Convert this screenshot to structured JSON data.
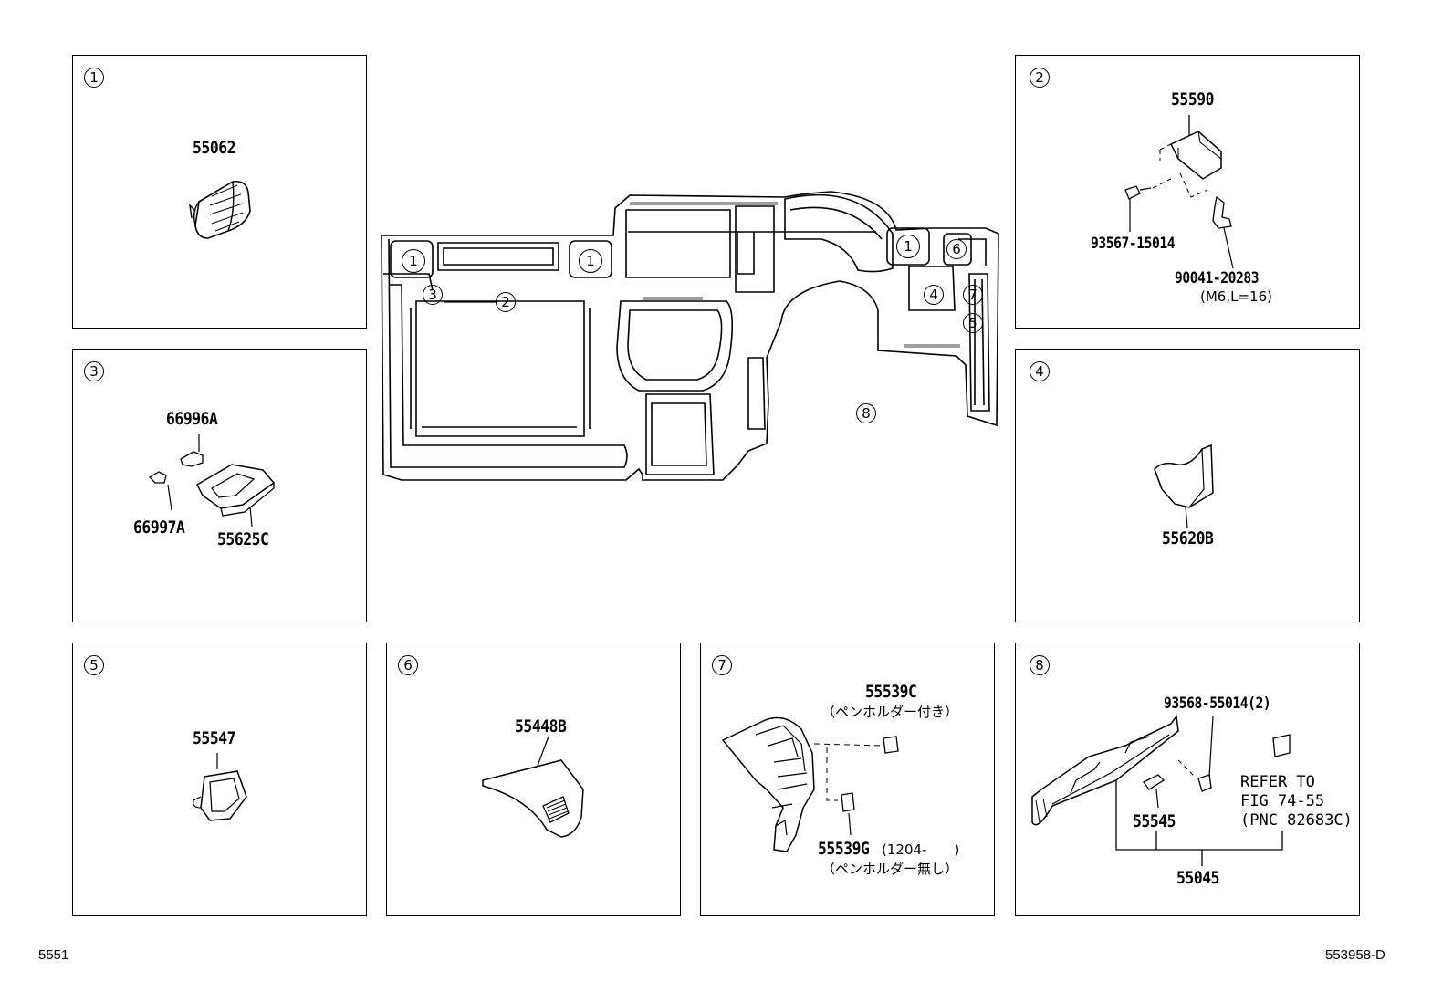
{
  "panels": {
    "p1": {
      "num": "1",
      "parts": [
        "55062"
      ]
    },
    "p2": {
      "num": "2",
      "parts": [
        "55590",
        "93567-15014",
        "90041-20283",
        "(M6,L=16)"
      ]
    },
    "p3": {
      "num": "3",
      "parts": [
        "66996A",
        "66997A",
        "55625C"
      ]
    },
    "p4": {
      "num": "4",
      "parts": [
        "55620B"
      ]
    },
    "p5": {
      "num": "5",
      "parts": [
        "55547"
      ]
    },
    "p6": {
      "num": "6",
      "parts": [
        "55448B"
      ]
    },
    "p7": {
      "num": "7",
      "parts": [
        "55539C",
        "（ペンホルダー付き）",
        "55539G",
        "(1204-　　)",
        "（ペンホルダー無し）"
      ]
    },
    "p8": {
      "num": "8",
      "parts": [
        "93568-55014(2)",
        "55545",
        "55045"
      ],
      "refer": [
        "REFER TO",
        "FIG 74-55",
        "(PNC 82683C)"
      ]
    }
  },
  "main": {
    "callouts": [
      "1",
      "1",
      "1",
      "2",
      "3",
      "4",
      "5",
      "6",
      "7",
      "8"
    ]
  },
  "footer": {
    "left": "5551",
    "right": "553958-D"
  }
}
